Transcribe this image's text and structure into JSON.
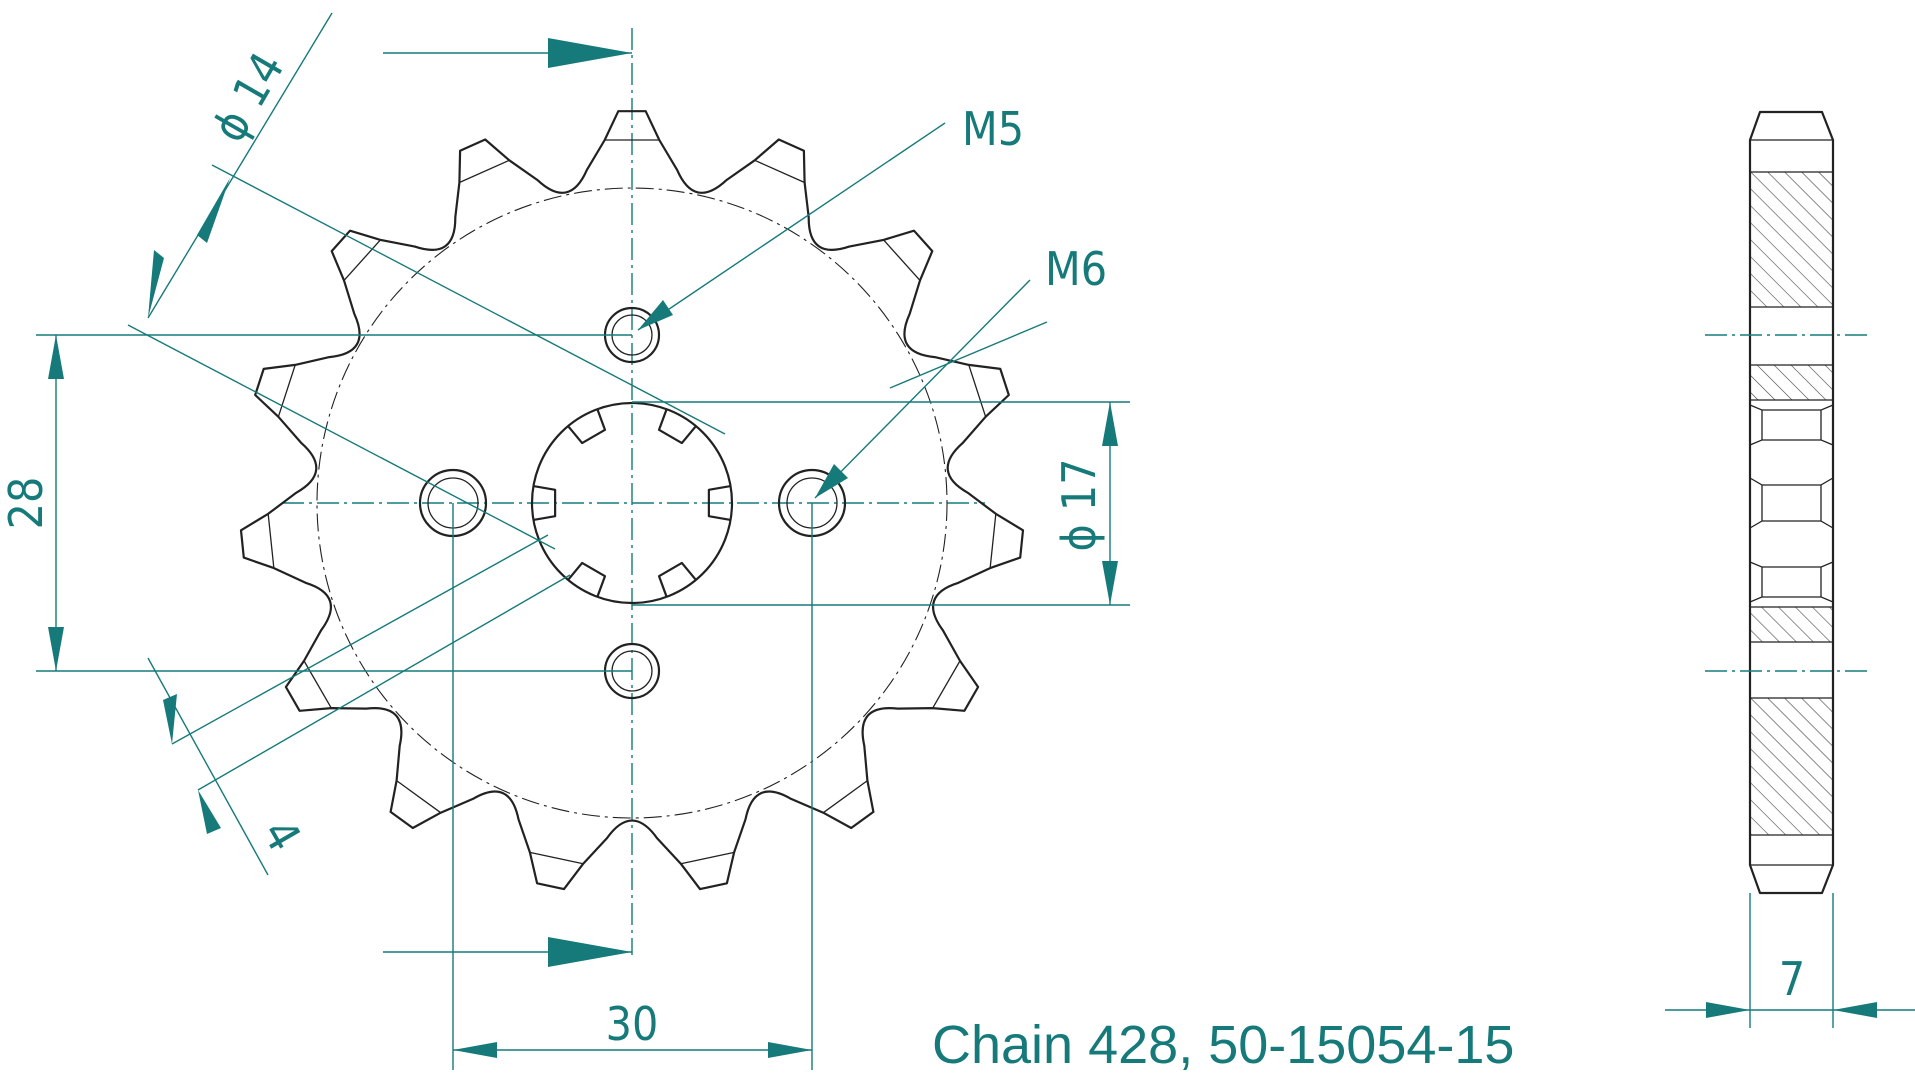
{
  "caption": "Chain 428, 50-15054-15",
  "dimensions": {
    "d14": "ϕ 14",
    "m5": "M5",
    "m6": "M6",
    "d17": "ϕ 17",
    "h28": "28",
    "w30": "30",
    "t4": "4",
    "t7": "7"
  },
  "colors": {
    "dimension": "#177a7a",
    "outline": "#222222"
  }
}
